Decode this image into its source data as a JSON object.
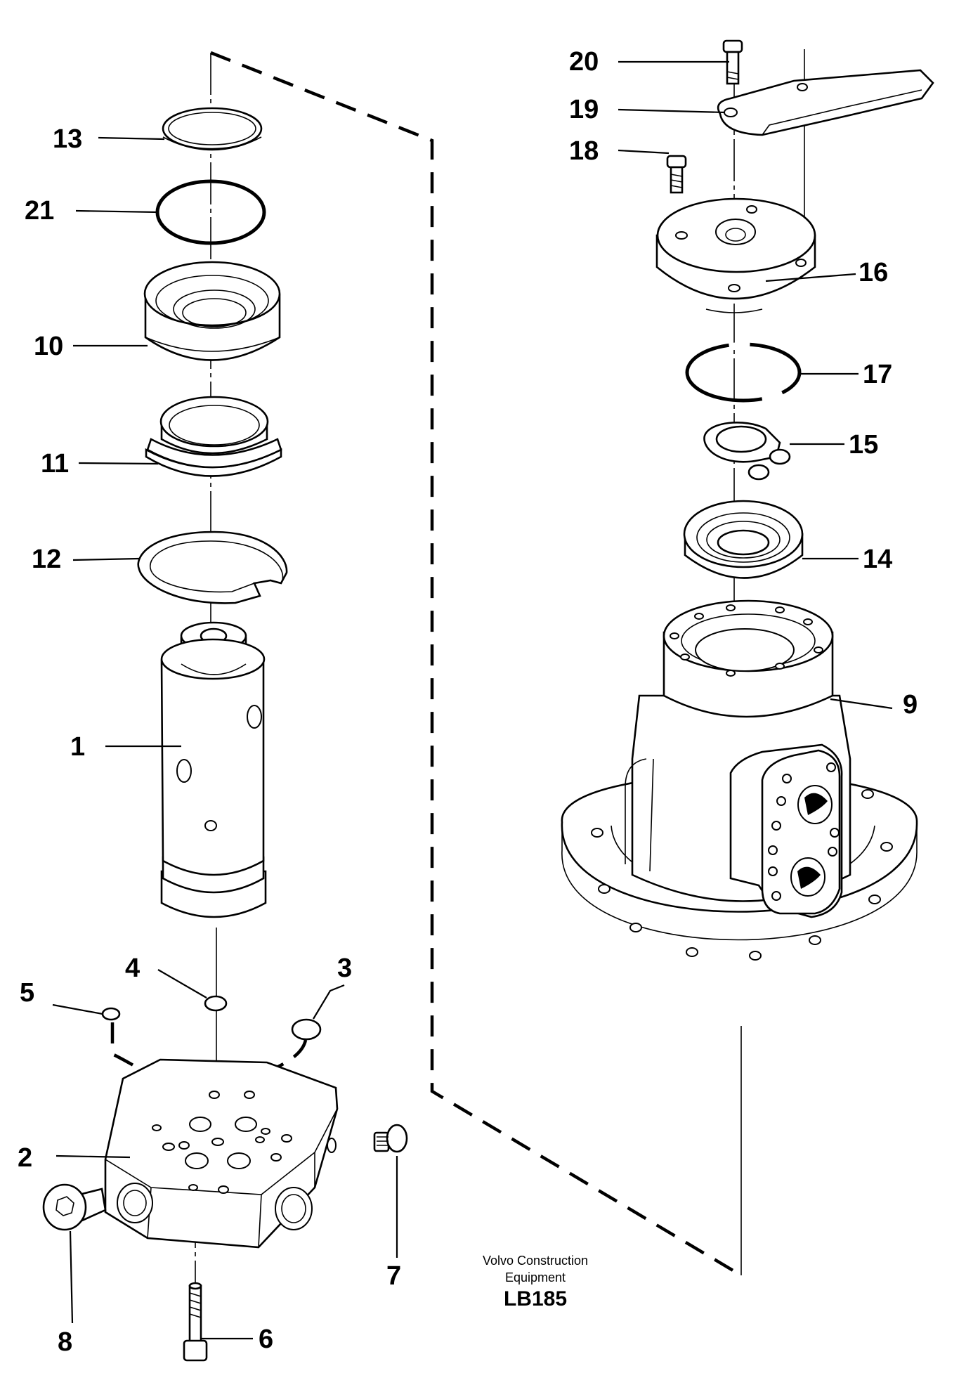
{
  "caption": {
    "line1": "Volvo Construction",
    "line2": "Equipment",
    "code": "LB185"
  },
  "labels": {
    "p1": "1",
    "p2": "2",
    "p3": "3",
    "p4": "4",
    "p5": "5",
    "p6": "6",
    "p7": "7",
    "p8": "8",
    "p9": "9",
    "p10": "10",
    "p11": "11",
    "p12": "12",
    "p13": "13",
    "p14": "14",
    "p15": "15",
    "p16": "16",
    "p17": "17",
    "p18": "18",
    "p19": "19",
    "p20": "20",
    "p21": "21"
  }
}
